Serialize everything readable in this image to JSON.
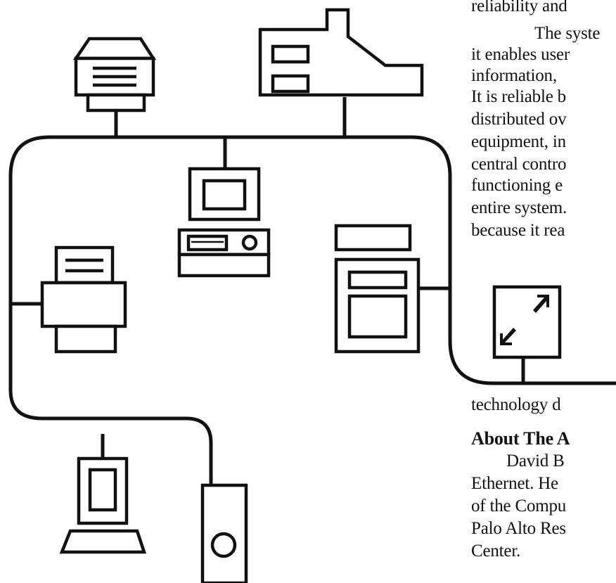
{
  "colors": {
    "ink": "#111111",
    "paper": "#ffffff"
  },
  "icons": [
    "printer-icon",
    "terminal-icon",
    "workstation-icon",
    "laser-printer-icon",
    "file-server-icon",
    "gateway-icon",
    "desktop-computer-icon",
    "disk-drive-icon"
  ],
  "text_top": {
    "line1": "reliability and",
    "line2": "The syste",
    "line3": "it enables user",
    "line4": "information,",
    "line5": "It is reliable b",
    "line6": "distributed ov",
    "line7": "equipment, in",
    "line8": "central contro",
    "line9": "functioning e",
    "line10": "entire system.",
    "line11": "because it rea"
  },
  "text_bottom": {
    "line1": "technology d",
    "heading": "About The A",
    "line2": "David B",
    "line3": "Ethernet. He",
    "line4": "of the Compu",
    "line5": "Palo Alto Res",
    "line6": "Center."
  }
}
